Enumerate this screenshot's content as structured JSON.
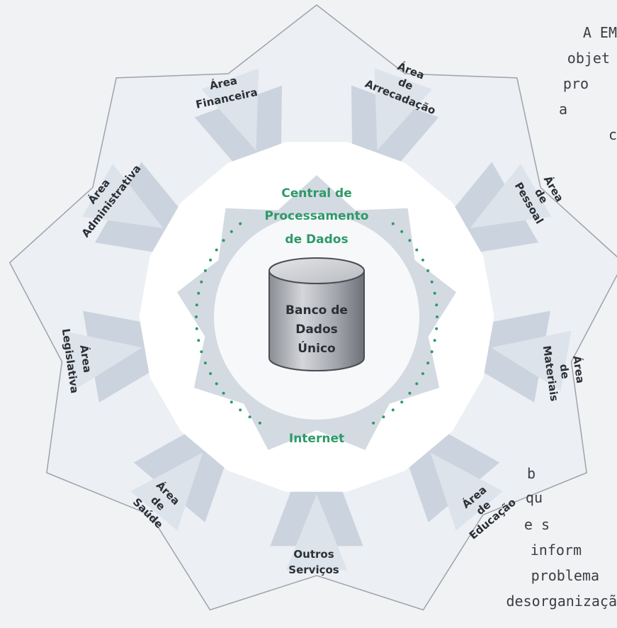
{
  "diagram": {
    "center": {
      "title_lines": [
        "Central de",
        "Processamento",
        "de Dados"
      ],
      "database_lines": [
        "Banco de",
        "Dados",
        "Único"
      ],
      "bottom_label": "Internet"
    },
    "areas": [
      {
        "id": "financeira",
        "lines": [
          "Área",
          "Financeira"
        ]
      },
      {
        "id": "arrecadacao",
        "lines": [
          "Área",
          "de",
          "Arrecadação"
        ]
      },
      {
        "id": "pessoal",
        "lines": [
          "Área",
          "de",
          "Pessoal"
        ]
      },
      {
        "id": "materiais",
        "lines": [
          "Área",
          "de",
          "Materiais"
        ]
      },
      {
        "id": "educacao",
        "lines": [
          "Área",
          "de",
          "Educação"
        ]
      },
      {
        "id": "outros",
        "lines": [
          "Outros",
          "Serviços"
        ]
      },
      {
        "id": "saude",
        "lines": [
          "Área",
          "de",
          "Saúde"
        ]
      },
      {
        "id": "legislativa",
        "lines": [
          "Área",
          "Legislativa"
        ]
      },
      {
        "id": "administrativa",
        "lines": [
          "Área",
          "Administrativa"
        ]
      }
    ],
    "colors": {
      "center_title": "#2e9a68",
      "dots": "#2e9a68",
      "labels": "#2b2f36",
      "background": "#f1f2f4"
    }
  },
  "side_text": {
    "top_lines": [
      "A EM",
      "objet",
      "pro",
      "a",
      "c"
    ],
    "bottom_lines": [
      "b",
      "qu",
      "e s",
      "inform",
      "problema",
      "desorganizaçã"
    ]
  }
}
